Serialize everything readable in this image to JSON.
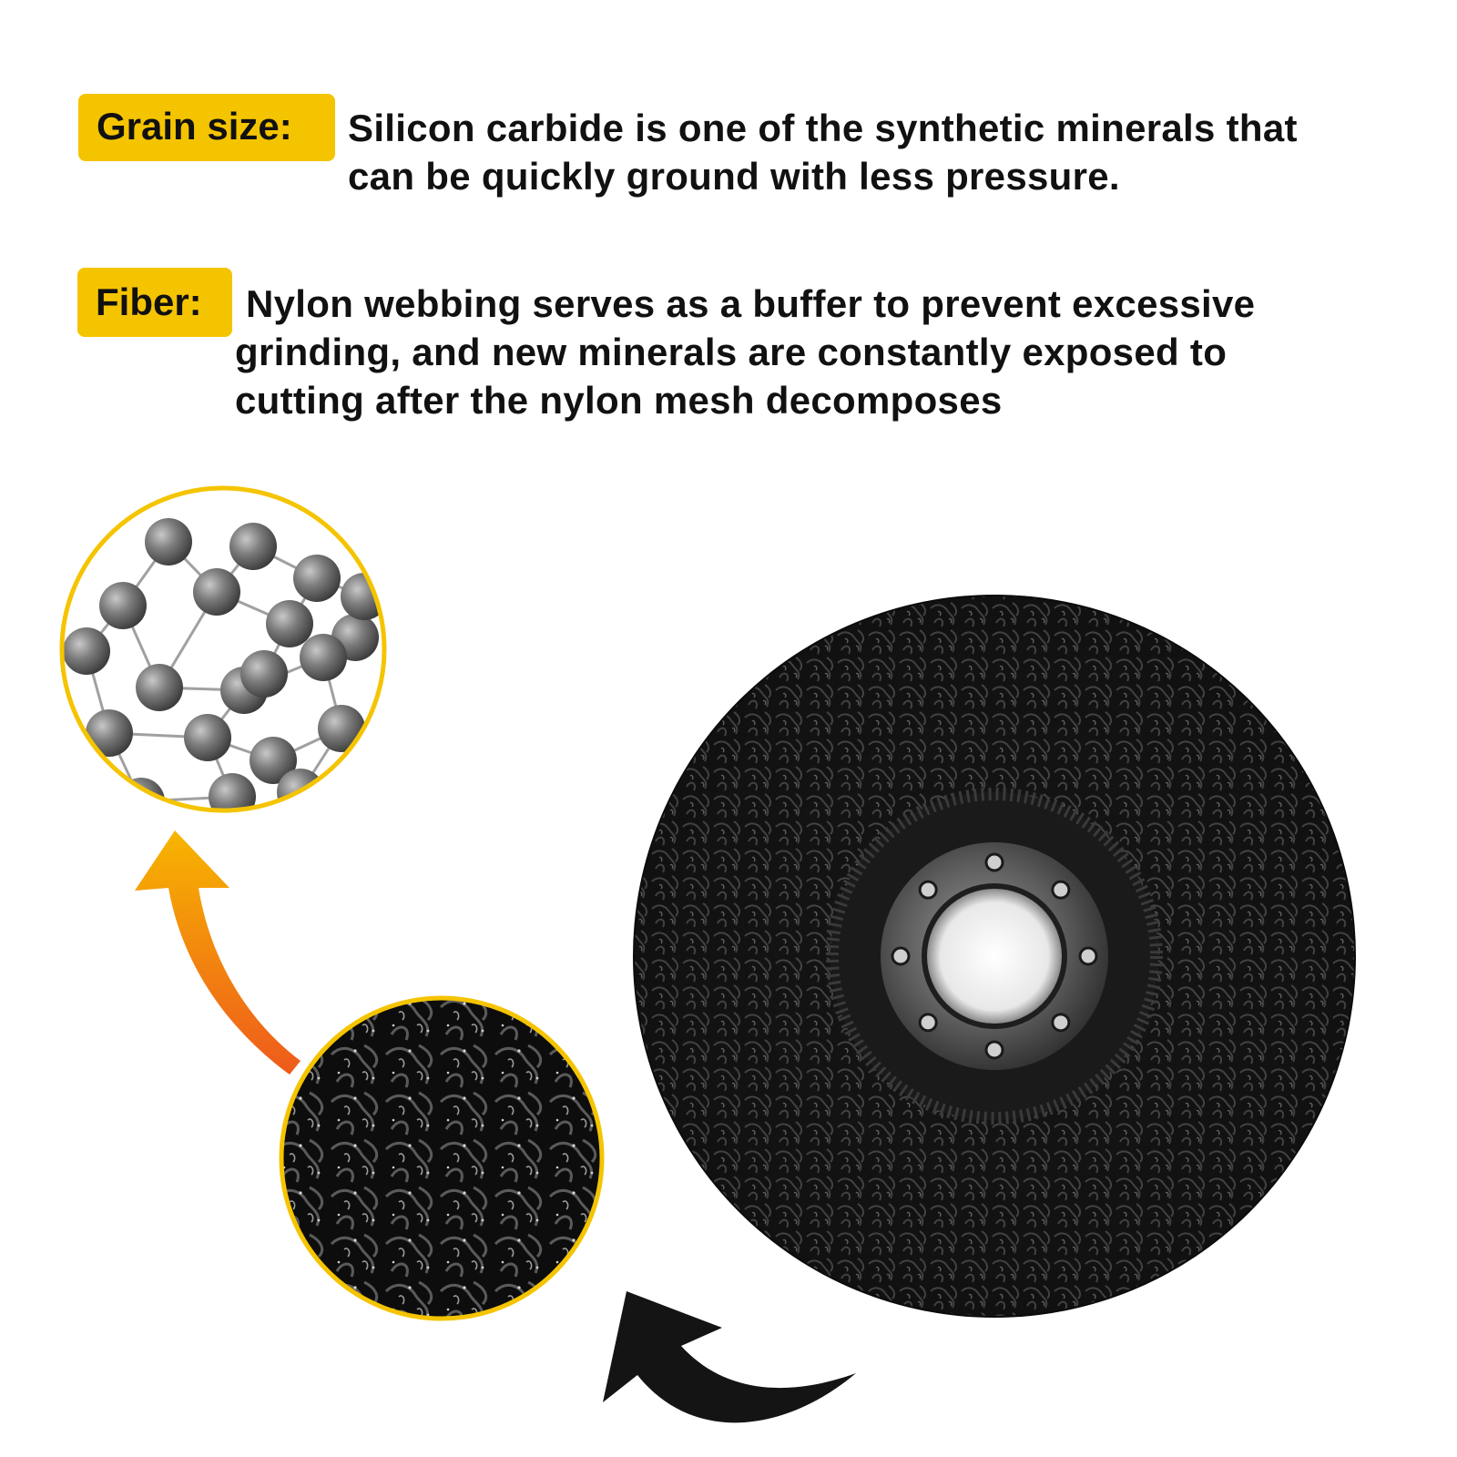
{
  "grain": {
    "label": "Grain size:",
    "lines": [
      "Silicon carbide is one of the synthetic minerals that",
      "can be quickly ground with less pressure."
    ]
  },
  "fiber": {
    "label": "Fiber:",
    "lines": [
      "Nylon webbing serves as a buffer to prevent excessive",
      "grinding, and new minerals are constantly exposed to",
      "cutting after the nylon mesh decomposes"
    ]
  },
  "colors": {
    "badge": "#f5c400",
    "circle_border": "#f5c400",
    "arrow_top": "#f7b500",
    "arrow_bottom": "#ee5a1c",
    "dark_arrow": "#141414",
    "disc": "#111111"
  },
  "icons": [
    "molecule-structure-icon",
    "mesh-closeup-icon",
    "curved-arrow-up-icon",
    "curved-arrow-left-icon",
    "clean-strip-disc-icon"
  ]
}
